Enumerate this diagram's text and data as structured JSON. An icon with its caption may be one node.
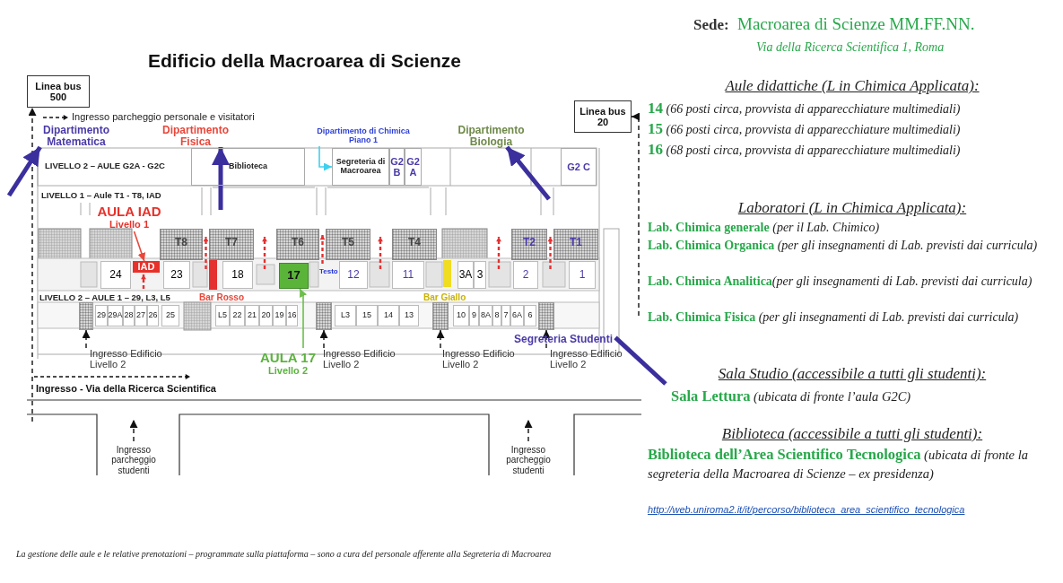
{
  "diagram": {
    "title": "Edificio della Macroarea di Scienze",
    "nodes": [
      {
        "text": [
          "Linea bus 500"
        ]
      },
      {
        "text": [
          "Dipartimento Matematica"
        ]
      },
      {
        "text": [
          "Dipartimento Fisica"
        ]
      },
      {
        "text": [
          "Dipartimento di Chimica Piano 1"
        ]
      },
      {
        "text": [
          "Dipartimento Biologia"
        ]
      },
      {
        "text": [
          "Linea bus 20"
        ]
      },
      {
        "text": [
          "Biblioteca"
        ]
      },
      {
        "text": [
          "Segreteria di Macroarea"
        ]
      },
      {
        "text": [
          "G2 B"
        ]
      },
      {
        "text": [
          "G2 A"
        ]
      },
      {
        "text": [
          "G2 C"
        ]
      },
      {
        "text": [
          "AULA IAD",
          "Livello 1"
        ]
      },
      {
        "text": [
          "T8"
        ]
      },
      {
        "text": [
          "T7"
        ]
      },
      {
        "text": [
          "T6"
        ]
      },
      {
        "text": [
          "T5"
        ]
      },
      {
        "text": [
          "T4"
        ]
      },
      {
        "text": [
          "T2"
        ]
      },
      {
        "text": [
          "T1"
        ]
      },
      {
        "text": [
          "24"
        ]
      },
      {
        "text": [
          "IAD"
        ]
      },
      {
        "text": [
          "23"
        ]
      },
      {
        "text": [
          "18"
        ]
      },
      {
        "text": [
          "17"
        ]
      },
      {
        "text": [
          "12"
        ]
      },
      {
        "text": [
          "11"
        ]
      },
      {
        "text": [
          "3A"
        ]
      },
      {
        "text": [
          "3"
        ]
      },
      {
        "text": [
          "2"
        ]
      },
      {
        "text": [
          "1"
        ]
      },
      {
        "text": [
          "29"
        ]
      },
      {
        "text": [
          "29A"
        ]
      },
      {
        "text": [
          "28"
        ]
      },
      {
        "text": [
          "27"
        ]
      },
      {
        "text": [
          "26"
        ]
      },
      {
        "text": [
          "25"
        ]
      },
      {
        "text": [
          "L5"
        ]
      },
      {
        "text": [
          "22"
        ]
      },
      {
        "text": [
          "21"
        ]
      },
      {
        "text": [
          "20"
        ]
      },
      {
        "text": [
          "19"
        ]
      },
      {
        "text": [
          "16"
        ]
      },
      {
        "text": [
          "L3"
        ]
      },
      {
        "text": [
          "15"
        ]
      },
      {
        "text": [
          "14"
        ]
      },
      {
        "text": [
          "13"
        ]
      },
      {
        "text": [
          "10"
        ]
      },
      {
        "text": [
          "9"
        ]
      },
      {
        "text": [
          "8A"
        ]
      },
      {
        "text": [
          "8"
        ]
      },
      {
        "text": [
          "7"
        ]
      },
      {
        "text": [
          "6A"
        ]
      },
      {
        "text": [
          "6"
        ]
      },
      {
        "text": [
          "Segreteria Studenti"
        ]
      },
      {
        "text": [
          "Ingresso Edificio Livello 2"
        ]
      },
      {
        "text": [
          "AULA 17",
          "Livello 2"
        ]
      },
      {
        "text": [
          "Ingresso Edificio Livello 2"
        ]
      },
      {
        "text": [
          "Ingresso Edificio Livello 2"
        ]
      },
      {
        "text": [
          "Ingresso Edificio Livello 2"
        ]
      },
      {
        "text": [
          "Ingresso parcheggio studenti"
        ]
      },
      {
        "text": [
          "Ingresso parcheggio studenti"
        ]
      },
      {
        "text": [],
        "shape": "box"
      },
      {
        "text": [],
        "shape": "box"
      },
      {
        "text": [],
        "shape": "box"
      },
      {
        "text": [],
        "shape": "box"
      }
    ],
    "edges": [
      {
        "from": null,
        "to": 0,
        "arrow": "to",
        "style": "dashed"
      },
      {
        "from": null,
        "to": 1,
        "arrow": "to",
        "style": "thick",
        "color": "#3b2f9e"
      },
      {
        "from": null,
        "to": 2,
        "arrow": "to",
        "style": "thick",
        "color": "#3b2f9e"
      },
      {
        "from": 3,
        "to": 7,
        "arrow": "to",
        "color": "#3fd0ee"
      },
      {
        "from": null,
        "to": 4,
        "arrow": "to",
        "style": "thick",
        "color": "#3b2f9e"
      },
      {
        "from": null,
        "to": 5,
        "arrow": "to",
        "style": "dashed"
      },
      {
        "from": 11,
        "to": 20,
        "arrow": "to",
        "color": "#e8473a"
      },
      {
        "from": 55,
        "to": 23,
        "arrow": "to",
        "color": "#6cbf4a"
      },
      {
        "from": null,
        "to": 53,
        "arrow": "none",
        "style": "thick",
        "color": "#3b2f9e"
      },
      {
        "from": 54,
        "to": 61,
        "arrow": "to",
        "style": "dashed"
      },
      {
        "from": 56,
        "to": 62,
        "arrow": "to",
        "style": "dashed"
      },
      {
        "from": 57,
        "to": 63,
        "arrow": "to",
        "style": "dashed"
      },
      {
        "from": 58,
        "to": 64,
        "arrow": "to",
        "style": "dashed"
      },
      {
        "from": 59,
        "to": null,
        "arrow": "to",
        "style": "dashed"
      },
      {
        "from": 60,
        "to": null,
        "arrow": "to",
        "style": "dashed"
      }
    ],
    "labels": [
      "Ingresso parcheggio personale e visitatori",
      "LIVELLO 2 – AULE G2A - G2C",
      "LIVELLO 1 – Aule T1 - T8, IAD",
      "Testo",
      "Bar Rosso",
      "LIVELLO 2 – AULE 1 – 29, L3, L5",
      "Bar Giallo",
      "Ingresso - Via della Ricerca Scientifica",
      "Sede:",
      "Macroarea di Scienze MM.FF.NN.",
      "Via della Ricerca Scientifica 1, Roma",
      "Aule didattiche (L in Chimica Applicata):",
      "**14** (66 posti circa, provvista di apparecchiature multimediali)",
      "**15** (66 posti circa, provvista di apparecchiature multimediali)",
      "**16** (68 posti circa, provvista di apparecchiature multimediali)",
      "Laboratori (L in Chimica Applicata):",
      "**Lab. Chimica generale** (per il Lab. Chimico)",
      "**Lab. Chimica Organica** (per gli insegnamenti di Lab. previsti dai curricula)",
      "**Lab. Chimica Analitica**(per gli insegnamenti di Lab. previsti dai curricula)",
      "**Lab. Chimica Fisica** (per gli insegnamenti di Lab. previsti dai curricula)",
      "Sala Studio (accessibile a tutti gli studenti):",
      "**Sala Lettura** (ubicata di fronte l’aula G2C)",
      "Biblioteca (accessibile a tutti gli studenti):",
      "**Biblioteca dell’Area Scientifico Tecnologica** (ubicata di fronte la segreteria della Macroarea di Scienze – ex presidenza)",
      "http://web.uniroma2.it/it/percorso/biblioteca_area_scientifico_tecnologica",
      "La gestione delle aule e le relative prenotazioni – programmate sulla piattaforma – sono a cura del personale afferente alla Segreteria di Macroarea"
    ]
  }
}
